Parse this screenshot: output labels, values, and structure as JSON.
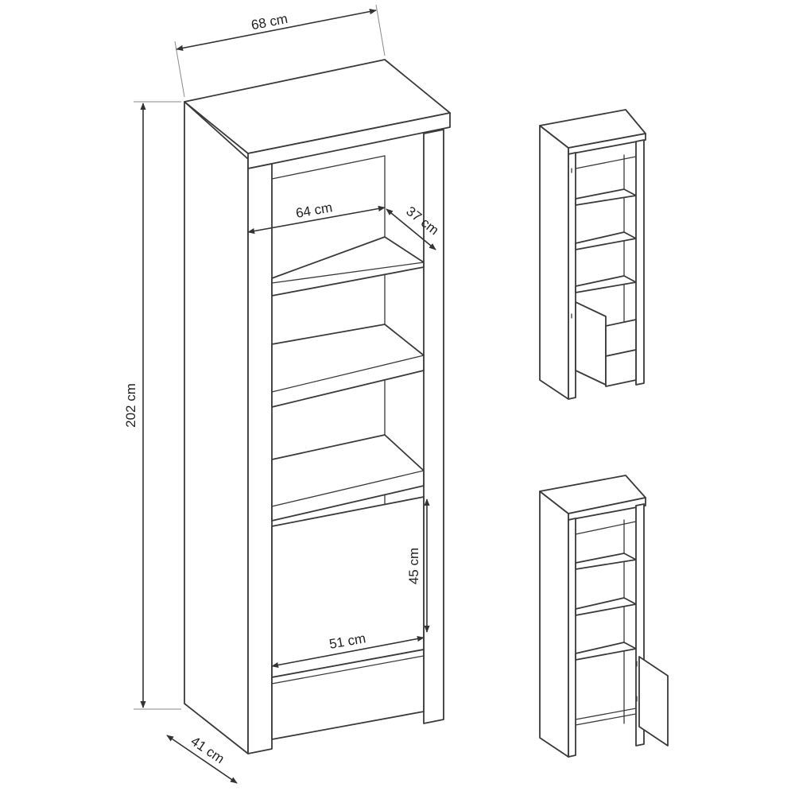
{
  "dimensions": {
    "total_width": "68 cm",
    "total_height": "202 cm",
    "total_depth": "41 cm",
    "inner_width": "64 cm",
    "shelf_depth": "37 cm",
    "drawer_height": "45 cm",
    "drawer_width": "51 cm"
  },
  "colors": {
    "line": "#3a3a3a",
    "background": "#ffffff"
  }
}
